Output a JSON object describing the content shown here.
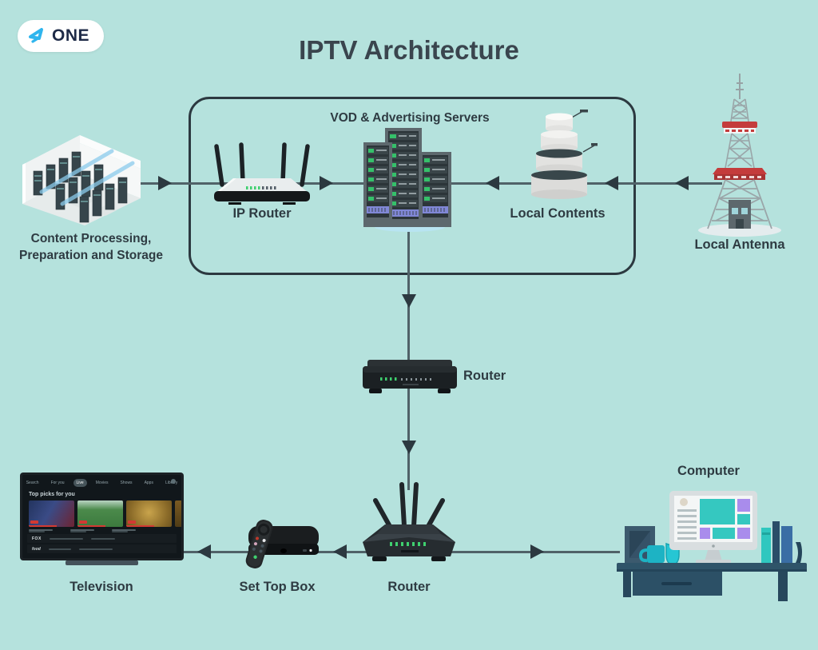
{
  "logo": {
    "text": "ONE",
    "icon": "play-brand-icon",
    "accent_color": "#2fb5ee"
  },
  "title": "IPTV Architecture",
  "headend": {
    "vod_label": "VOD & Advertising Servers"
  },
  "nodes": {
    "content_processing": {
      "label_line1": "Content Processing,",
      "label_line2": "Preparation and Storage"
    },
    "ip_router": {
      "label": "IP Router"
    },
    "local_contents": {
      "label": "Local Contents"
    },
    "local_antenna": {
      "label": "Local Antenna"
    },
    "distribution_router": {
      "label": "Router"
    },
    "television": {
      "label": "Television"
    },
    "set_top_box": {
      "label": "Set Top Box"
    },
    "home_router": {
      "label": "Router"
    },
    "computer": {
      "label": "Computer"
    }
  },
  "tv": {
    "menu": [
      "Search",
      "For you",
      "Live",
      "Movies",
      "Shows",
      "Apps",
      "Library"
    ],
    "active_index": 2,
    "heading": "Top picks for you",
    "channels": [
      "FOX",
      "food"
    ]
  },
  "colors": {
    "background": "#b5e2dd",
    "line": "#506268",
    "arrow": "#2c3940",
    "box_border": "#2c3940",
    "text": "#2e3b42",
    "tower_red": "#c43c3c",
    "screen_teal": "#35c8c0",
    "screen_purple": "#a98cec"
  }
}
